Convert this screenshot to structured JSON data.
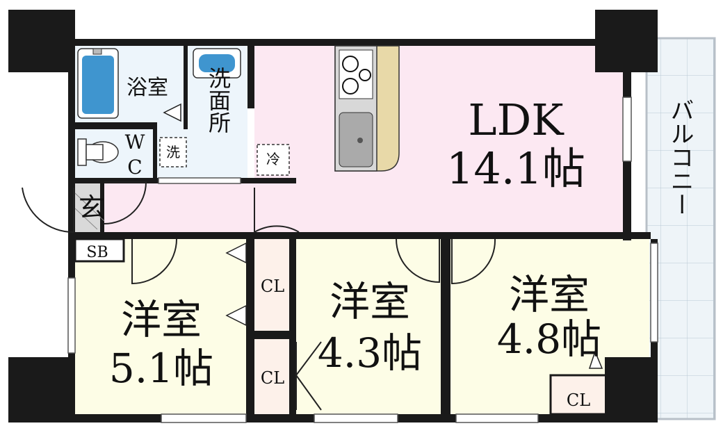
{
  "rooms": {
    "ldk": {
      "name": "LDK",
      "size": "14.1帖"
    },
    "bath": {
      "name": "浴室"
    },
    "washroom": {
      "name": "洗面所"
    },
    "wc": {
      "line1": "W",
      "line2": "C"
    },
    "entrance": {
      "name": "玄"
    },
    "shoebox": {
      "name": "SB"
    },
    "bedroom_left": {
      "name": "洋室",
      "size": "5.1帖"
    },
    "bedroom_mid": {
      "name": "洋室",
      "size": "4.3帖"
    },
    "bedroom_right": {
      "name": "洋室",
      "size": "4.8帖"
    },
    "closet_upper": {
      "name": "CL"
    },
    "closet_lower": {
      "name": "CL"
    },
    "closet_right": {
      "name": "CL"
    }
  },
  "fixtures": {
    "washer": "洗",
    "fridge": "冷"
  },
  "balcony": {
    "name": "バルコニー"
  },
  "colors": {
    "ldk_fill": "#fce8f2",
    "bedroom_fill": "#fdfde6",
    "closet_fill": "#fdf1ea",
    "bath_fill": "#edf5fb",
    "wall": "#1a1a1a",
    "balcony_fill": "#eef4f8"
  }
}
